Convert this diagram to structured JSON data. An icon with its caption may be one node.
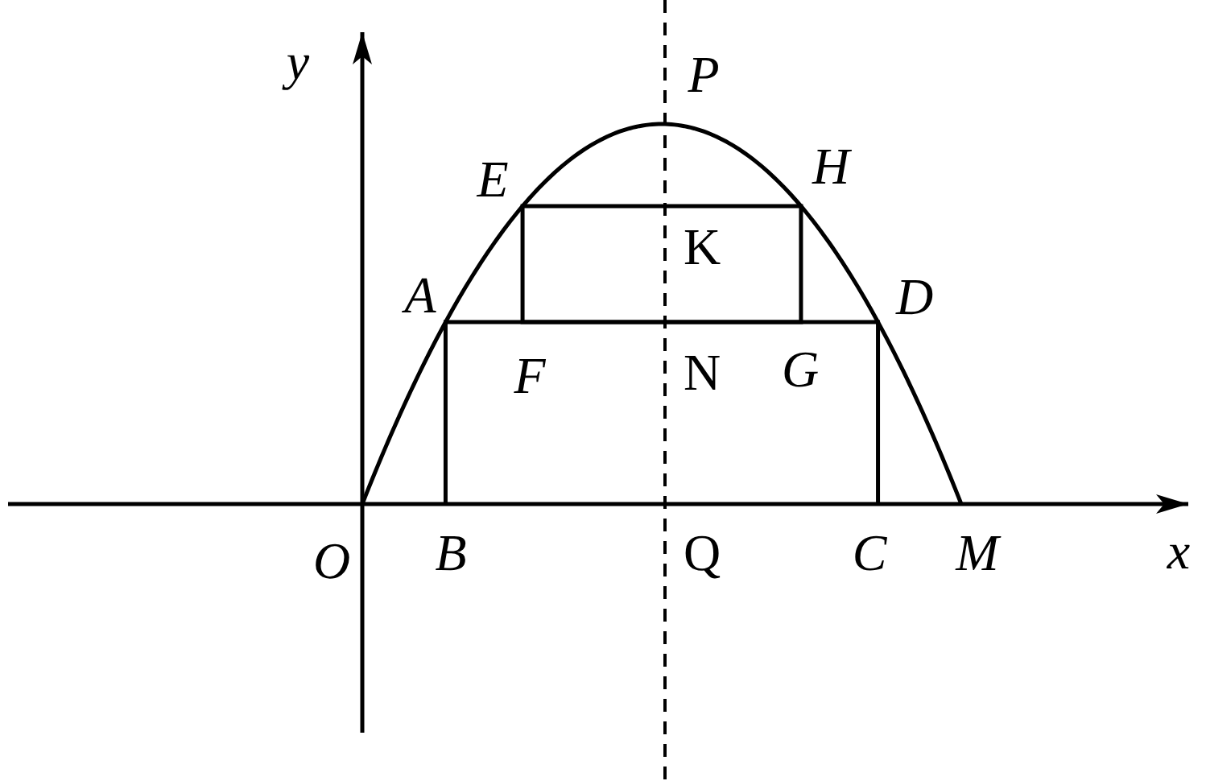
{
  "diagram": {
    "labels": [
      "y",
      "P",
      "E",
      "H",
      "K",
      "A",
      "D",
      "F",
      "N",
      "G",
      "O",
      "B",
      "Q",
      "C",
      "M",
      "x"
    ]
  }
}
